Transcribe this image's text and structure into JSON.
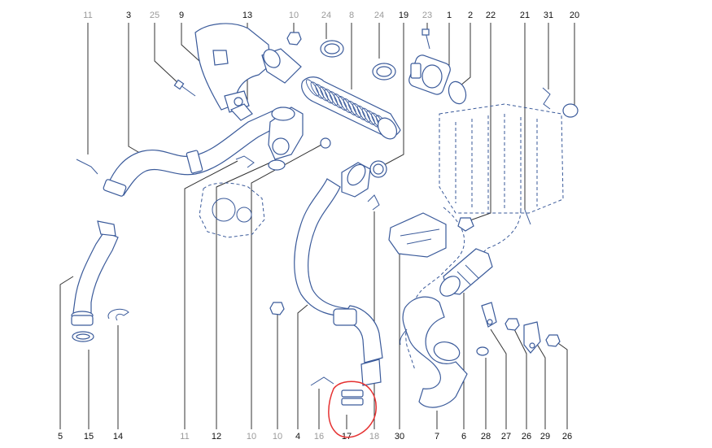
{
  "colors": {
    "background": "#ffffff",
    "active_part": "#3a5a9a",
    "inactive_label": "#9a9a9a",
    "active_label": "#111111",
    "callout_line": "#333333",
    "part_fill": "#eef2fa",
    "highlight": "#e53030"
  },
  "callouts_top": [
    {
      "id": "c11t",
      "text": "11",
      "dim": true
    },
    {
      "id": "c3",
      "text": "3",
      "dim": false
    },
    {
      "id": "c25",
      "text": "25",
      "dim": true
    },
    {
      "id": "c9",
      "text": "9",
      "dim": false
    },
    {
      "id": "c13",
      "text": "13",
      "dim": false
    },
    {
      "id": "c10t",
      "text": "10",
      "dim": true
    },
    {
      "id": "c24a",
      "text": "24",
      "dim": true
    },
    {
      "id": "c8",
      "text": "8",
      "dim": true
    },
    {
      "id": "c24b",
      "text": "24",
      "dim": true
    },
    {
      "id": "c19",
      "text": "19",
      "dim": false
    },
    {
      "id": "c23",
      "text": "23",
      "dim": true
    },
    {
      "id": "c1",
      "text": "1",
      "dim": false
    },
    {
      "id": "c2",
      "text": "2",
      "dim": false
    },
    {
      "id": "c22",
      "text": "22",
      "dim": false
    },
    {
      "id": "c21",
      "text": "21",
      "dim": false
    },
    {
      "id": "c31",
      "text": "31",
      "dim": false
    },
    {
      "id": "c20",
      "text": "20",
      "dim": false
    }
  ],
  "callouts_bottom": [
    {
      "id": "c5",
      "text": "5",
      "dim": false
    },
    {
      "id": "c15",
      "text": "15",
      "dim": false
    },
    {
      "id": "c14",
      "text": "14",
      "dim": false
    },
    {
      "id": "c11b",
      "text": "11",
      "dim": true
    },
    {
      "id": "c12",
      "text": "12",
      "dim": false
    },
    {
      "id": "c10b",
      "text": "10",
      "dim": true
    },
    {
      "id": "c10c",
      "text": "10",
      "dim": true
    },
    {
      "id": "c4",
      "text": "4",
      "dim": false
    },
    {
      "id": "c16",
      "text": "16",
      "dim": true
    },
    {
      "id": "c17",
      "text": "17",
      "dim": false
    },
    {
      "id": "c18",
      "text": "18",
      "dim": true
    },
    {
      "id": "c30",
      "text": "30",
      "dim": false
    },
    {
      "id": "c7",
      "text": "7",
      "dim": false
    },
    {
      "id": "c6",
      "text": "6",
      "dim": false
    },
    {
      "id": "c28",
      "text": "28",
      "dim": false
    },
    {
      "id": "c27",
      "text": "27",
      "dim": false
    },
    {
      "id": "c26a",
      "text": "26",
      "dim": false
    },
    {
      "id": "c29",
      "text": "29",
      "dim": false
    },
    {
      "id": "c26b",
      "text": "26",
      "dim": false
    }
  ],
  "highlighted_part": "17"
}
